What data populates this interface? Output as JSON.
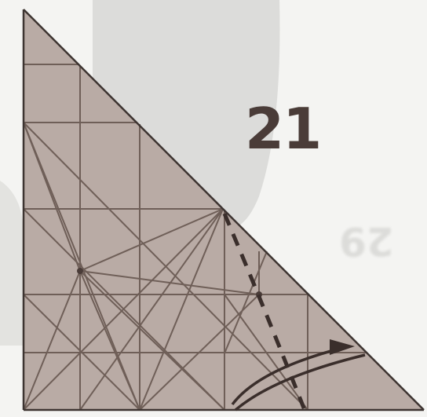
{
  "step": {
    "number": "21",
    "ghost_number": "29"
  },
  "colors": {
    "background": "#f4f4f2",
    "paper": "#b9aba5",
    "crease": "#6f5f58",
    "edge": "#3d3431",
    "fold_line": "#3a2e2b",
    "arrow": "#3a2e2b",
    "step_number": "#4a3c38",
    "shadow": "#d2d2cf"
  },
  "diagram": {
    "shape": "right-triangle",
    "fold_type": "valley-fold",
    "arrow": "curved-arrow-right"
  }
}
